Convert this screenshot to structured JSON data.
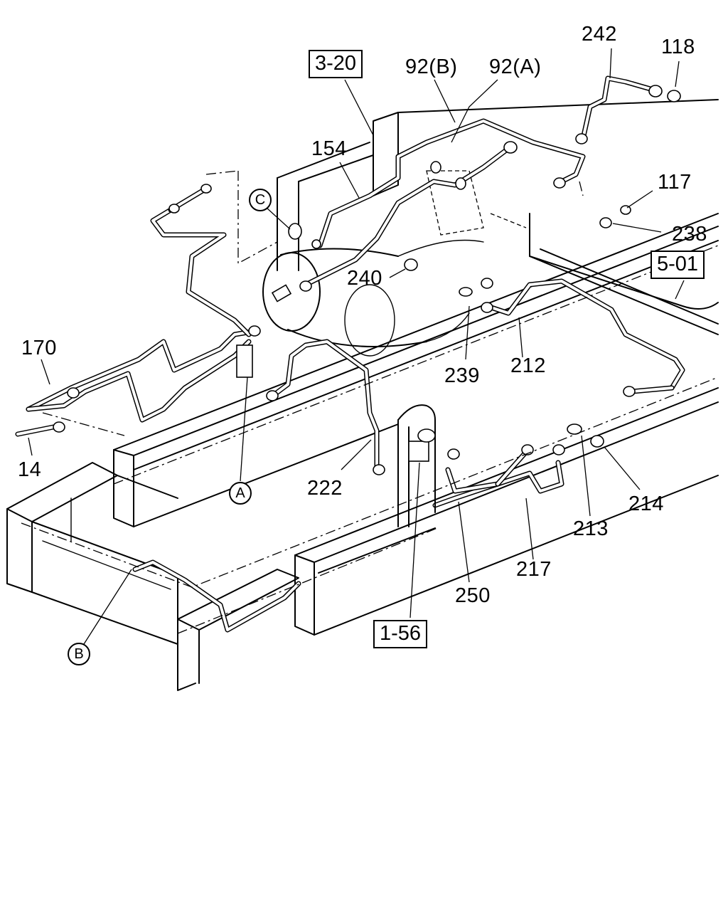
{
  "refs": {
    "ref_3_20": "3-20",
    "ref_5_01": "5-01",
    "ref_1_56": "1-56"
  },
  "parts": {
    "p242": "242",
    "p118": "118",
    "p92b": "92(B)",
    "p92a": "92(A)",
    "p154": "154",
    "p117": "117",
    "p238": "238",
    "p240": "240",
    "p239": "239",
    "p212": "212",
    "p170": "170",
    "p14": "14",
    "p222": "222",
    "p214": "214",
    "p213": "213",
    "p217": "217",
    "p250": "250"
  },
  "callouts": {
    "a": "A",
    "b": "B",
    "c": "C"
  }
}
